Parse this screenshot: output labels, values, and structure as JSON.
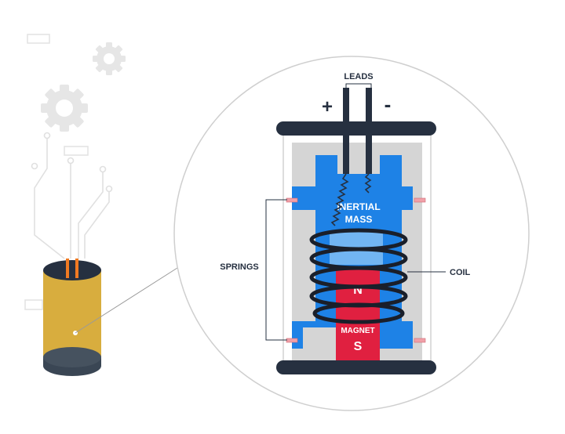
{
  "labels": {
    "leads": "LEADS",
    "plus": "+",
    "minus": "-",
    "springs": "SPRINGS",
    "coil": "COIL",
    "inertial_mass_line1": "INERTIAL",
    "inertial_mass_line2": "MASS",
    "magnet": "MAGNET",
    "pole_n": "N",
    "pole_s": "S"
  },
  "icons": {
    "gear": "gear-icon",
    "placeholder_box": "rectangle-icon"
  },
  "colors": {
    "dark_navy": "#263040",
    "blue": "#1E82E6",
    "light_blue": "#72B5F2",
    "red": "#E02040",
    "gold": "#D8AD3E",
    "gray_housing": "#D5D5D5",
    "light_gray": "#E6E6E6",
    "orange_lead": "#F07A22",
    "spring_pink": "#F0A0A8"
  }
}
